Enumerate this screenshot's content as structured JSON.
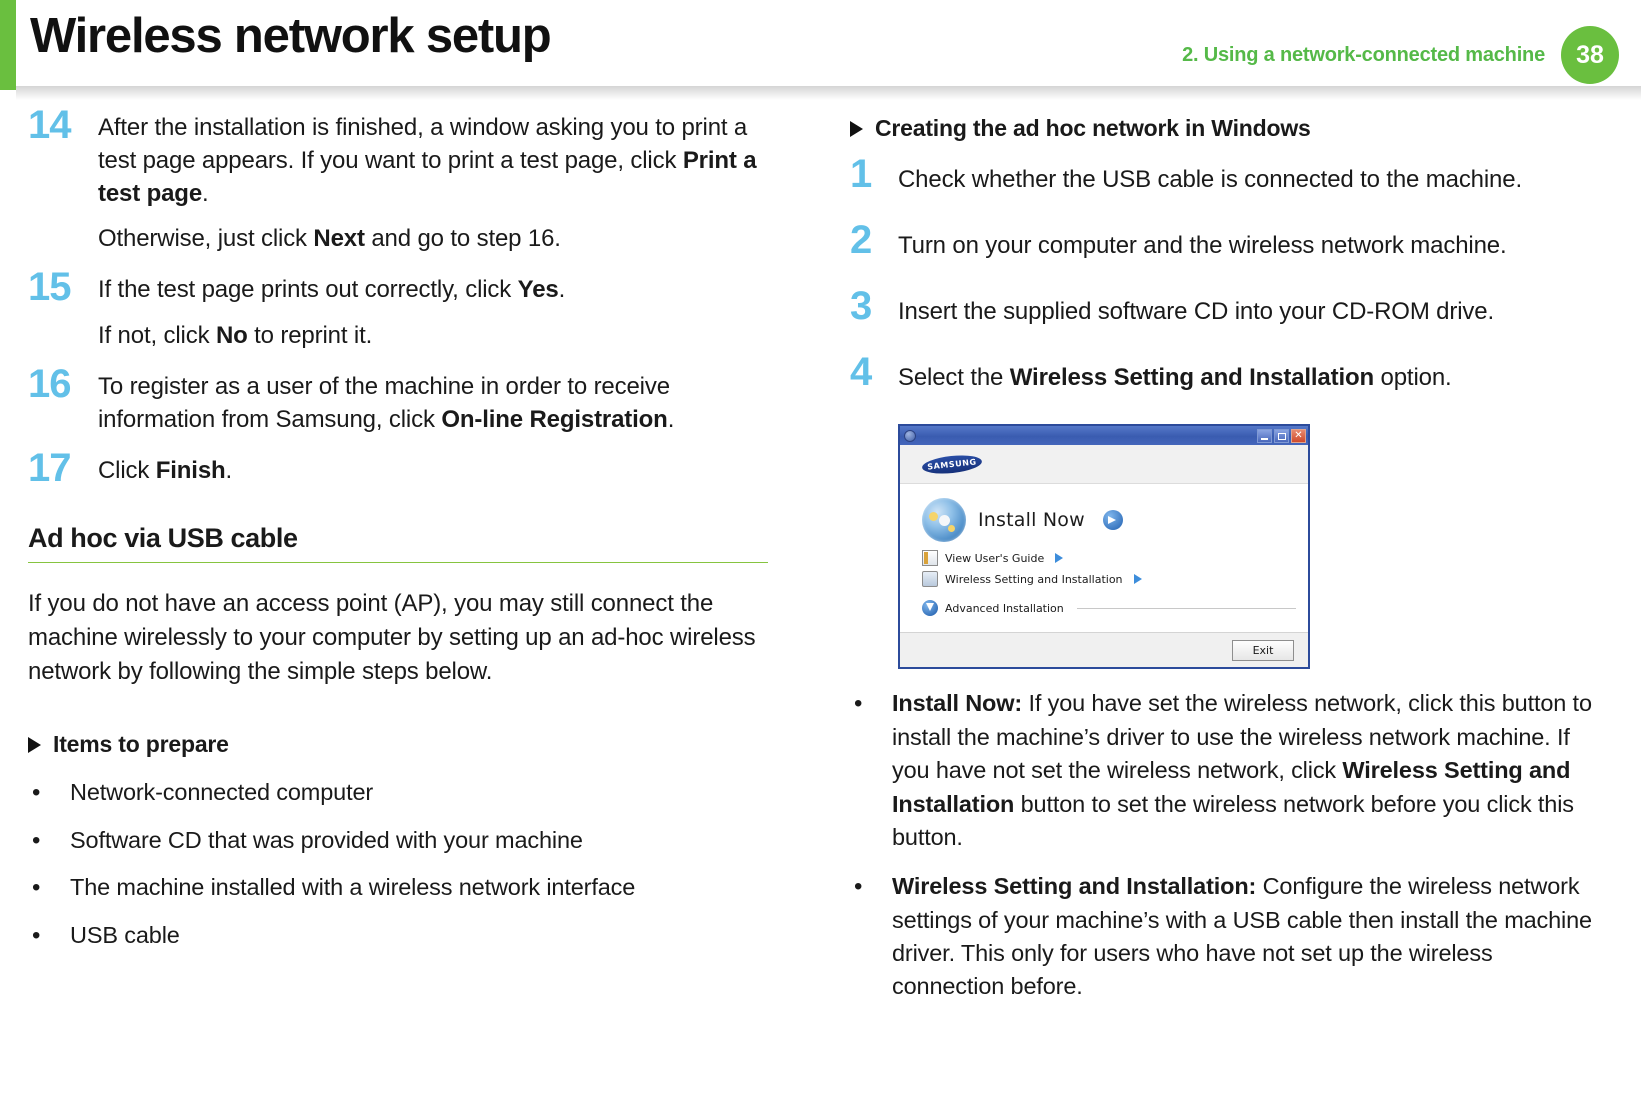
{
  "header": {
    "title": "Wireless network setup",
    "breadcrumb": "2.  Using a network-connected machine",
    "page_number": "38",
    "accent_green": "#6abf3f",
    "accent_blue": "#62c0e8"
  },
  "left_column": {
    "steps": [
      {
        "number": "14",
        "paragraphs": [
          {
            "parts": [
              {
                "text": "After the installation is finished, a window asking you to print a test page appears. If you want to print a test page, click ",
                "bold": false
              },
              {
                "text": "Print a test page",
                "bold": true
              },
              {
                "text": ".",
                "bold": false
              }
            ]
          },
          {
            "parts": [
              {
                "text": "Otherwise, just click ",
                "bold": false
              },
              {
                "text": "Next",
                "bold": true
              },
              {
                "text": " and go to step 16.",
                "bold": false
              }
            ]
          }
        ]
      },
      {
        "number": "15",
        "paragraphs": [
          {
            "parts": [
              {
                "text": "If the test page prints out correctly, click ",
                "bold": false
              },
              {
                "text": "Yes",
                "bold": true
              },
              {
                "text": ".",
                "bold": false
              }
            ]
          },
          {
            "parts": [
              {
                "text": "If not, click ",
                "bold": false
              },
              {
                "text": "No",
                "bold": true
              },
              {
                "text": " to reprint it.",
                "bold": false
              }
            ]
          }
        ]
      },
      {
        "number": "16",
        "paragraphs": [
          {
            "parts": [
              {
                "text": "To register as a user of the machine in order to receive information from Samsung, click ",
                "bold": false
              },
              {
                "text": "On-line Registration",
                "bold": true
              },
              {
                "text": ".",
                "bold": false
              }
            ]
          }
        ]
      },
      {
        "number": "17",
        "paragraphs": [
          {
            "parts": [
              {
                "text": "Click ",
                "bold": false
              },
              {
                "text": "Finish",
                "bold": true
              },
              {
                "text": ".",
                "bold": false
              }
            ]
          }
        ]
      }
    ],
    "section_heading": "Ad hoc via USB cable",
    "section_paragraph": "If you do not have an access point (AP), you may still connect the machine wirelessly to your computer by setting up an ad-hoc wireless network by following the simple steps below.",
    "subhead": "Items to prepare",
    "bullet_marker": "•",
    "items": [
      "Network-connected computer",
      "Software CD that was provided with your machine",
      "The machine installed with a wireless network interface",
      "USB cable"
    ]
  },
  "right_column": {
    "subhead": "Creating the ad hoc network in Windows",
    "steps": [
      {
        "number": "1",
        "paragraphs": [
          {
            "parts": [
              {
                "text": "Check whether the USB cable is connected to the machine.",
                "bold": false
              }
            ]
          }
        ]
      },
      {
        "number": "2",
        "paragraphs": [
          {
            "parts": [
              {
                "text": "Turn on your computer and the wireless network machine.",
                "bold": false
              }
            ]
          }
        ]
      },
      {
        "number": "3",
        "paragraphs": [
          {
            "parts": [
              {
                "text": "Insert the supplied software CD into your CD-ROM drive.",
                "bold": false
              }
            ]
          }
        ]
      },
      {
        "number": "4",
        "paragraphs": [
          {
            "parts": [
              {
                "text": "Select the ",
                "bold": false
              },
              {
                "text": "Wireless Setting and Installation",
                "bold": true
              },
              {
                "text": " option.",
                "bold": false
              }
            ]
          }
        ]
      }
    ],
    "installer_screenshot": {
      "brand": "SAMSUNG",
      "install_now": "Install Now",
      "links": [
        "View User's Guide",
        "Wireless Setting and Installation"
      ],
      "advanced": "Advanced Installation",
      "exit_button": "Exit",
      "title_bar_color": "#3a5cb0"
    },
    "bullet_marker": "•",
    "bullets": [
      {
        "parts": [
          {
            "text": "Install Now:",
            "bold": true
          },
          {
            "text": " If you have set the wireless network, click this button to install the machine’s driver to use the wireless network machine. If you have not set the wireless network, click ",
            "bold": false
          },
          {
            "text": "Wireless Setting and Installation",
            "bold": true
          },
          {
            "text": " button to set the wireless network before you click this button.",
            "bold": false
          }
        ]
      },
      {
        "parts": [
          {
            "text": "Wireless Setting and Installation:",
            "bold": true
          },
          {
            "text": " Configure the wireless network settings of your machine’s with a USB cable then install the machine driver. This only for users who have not set up the wireless connection before.",
            "bold": false
          }
        ]
      }
    ]
  }
}
